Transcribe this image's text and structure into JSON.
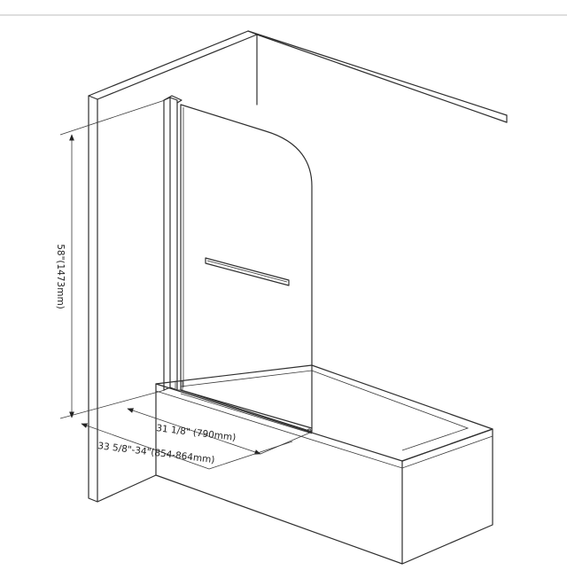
{
  "dimensions": {
    "height_label": "58\"(1473mm)",
    "panel_width_label": "31 1/8\" (790mm)",
    "opening_width_label": "33 5/8\"-34\"(854-864mm)"
  },
  "colors": {
    "line": "#2f2f2f",
    "background": "#ffffff"
  }
}
